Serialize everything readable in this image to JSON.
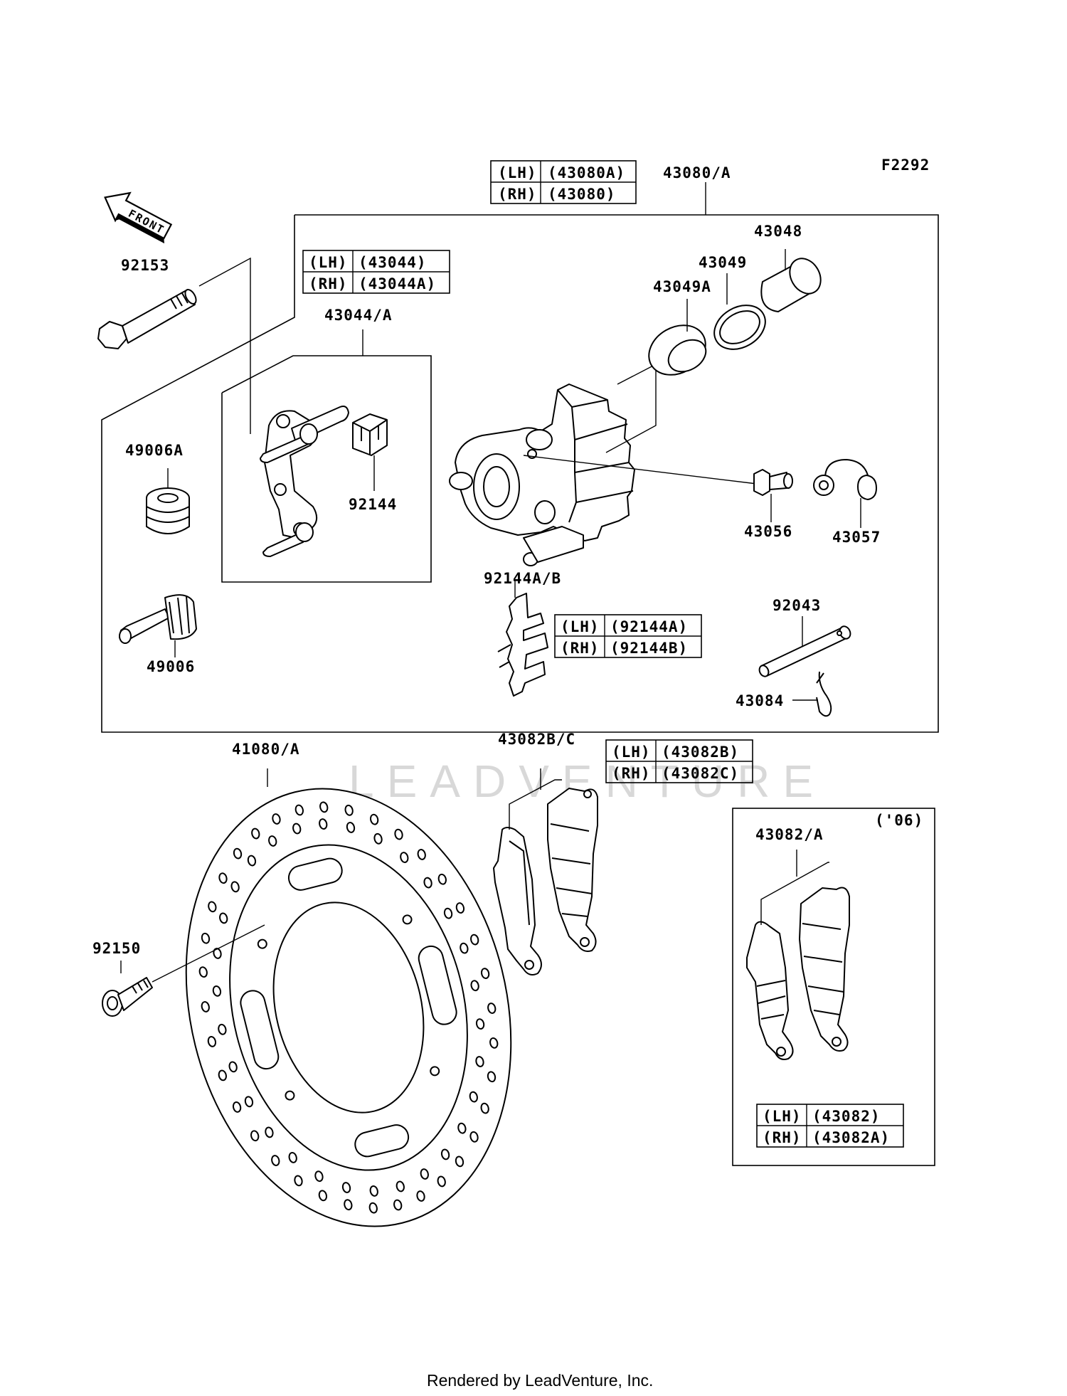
{
  "figure_code": "F2292",
  "front_arrow_label": "FRONT",
  "watermark": "LEADVENTURE",
  "footer": "Rendered by LeadVenture, Inc.",
  "callouts": {
    "c43080": "43080/A",
    "c43048": "43048",
    "c43049": "43049",
    "c43049A": "43049A",
    "c92153": "92153",
    "c43044": "43044/A",
    "c92144": "92144",
    "c49006A": "49006A",
    "c49006": "49006",
    "c43056": "43056",
    "c43057": "43057",
    "c92144AB": "92144A/B",
    "c92043": "92043",
    "c43084": "43084",
    "c41080": "41080/A",
    "c43082BC": "43082B/C",
    "c92150": "92150",
    "c43082A": "43082/A",
    "c06": "('06)"
  },
  "tables": {
    "t43080": [
      [
        "(LH)",
        "(43080A)"
      ],
      [
        "(RH)",
        "(43080)"
      ]
    ],
    "t43044": [
      [
        "(LH)",
        "(43044)"
      ],
      [
        "(RH)",
        "(43044A)"
      ]
    ],
    "t92144": [
      [
        "(LH)",
        "(92144A)"
      ],
      [
        "(RH)",
        "(92144B)"
      ]
    ],
    "t43082BC": [
      [
        "(LH)",
        "(43082B)"
      ],
      [
        "(RH)",
        "(43082C)"
      ]
    ],
    "t43082": [
      [
        "(LH)",
        "(43082)"
      ],
      [
        "(RH)",
        "(43082A)"
      ]
    ]
  }
}
